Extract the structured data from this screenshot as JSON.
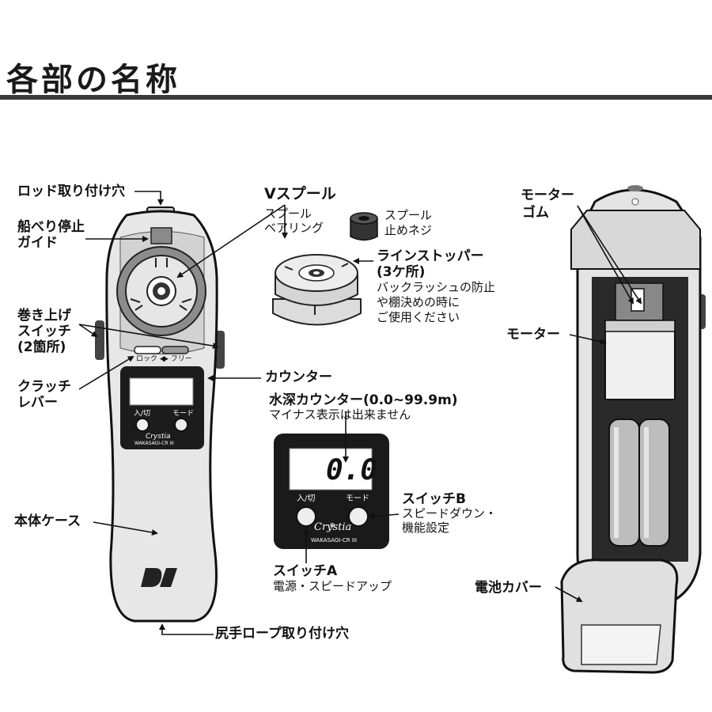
{
  "title": "各部の名称",
  "labels": {
    "rod_mount_hole": "ロッド取り付け穴",
    "gunwale_stop_1": "船べり停止",
    "gunwale_stop_2": "ガイド",
    "winding_1": "巻き上げ",
    "winding_2": "スイッチ",
    "winding_3": "(2箇所)",
    "clutch_1": "クラッチ",
    "clutch_2": "レバー",
    "body_case": "本体ケース",
    "butt_rope_hole": "尻手ロープ取り付け穴",
    "v_spool": "Vスプール",
    "spool_bearing_1": "スプール",
    "spool_bearing_2": "ベアリング",
    "spool_nut_1": "スプール",
    "spool_nut_2": "止めネジ",
    "line_stopper_1": "ラインストッパー",
    "line_stopper_2": "(3ケ所)",
    "line_stopper_desc_1": "バックラッシュの防止",
    "line_stopper_desc_2": "や棚決めの時に",
    "line_stopper_desc_3": "ご使用ください",
    "counter": "カウンター",
    "depth_counter": "水深カウンター(0.0~99.9m)",
    "depth_counter_note": "マイナス表示は出来ません",
    "switch_b": "スイッチB",
    "switch_b_desc_1": "スピードダウン・",
    "switch_b_desc_2": "機能設定",
    "switch_a": "スイッチA",
    "switch_a_desc": "電源・スピードアップ",
    "motor_rubber_1": "モーター",
    "motor_rubber_2": "ゴム",
    "motor": "モーター",
    "battery_cover": "電池カバー"
  },
  "device": {
    "lever_lock": "ロック ◀",
    "lever_free": "▶ フリー",
    "power_label": "入/切",
    "mode_label": "モード",
    "brand": "Crystia",
    "model": "WAKASAGI-CR III",
    "display_value": "0.0"
  }
}
